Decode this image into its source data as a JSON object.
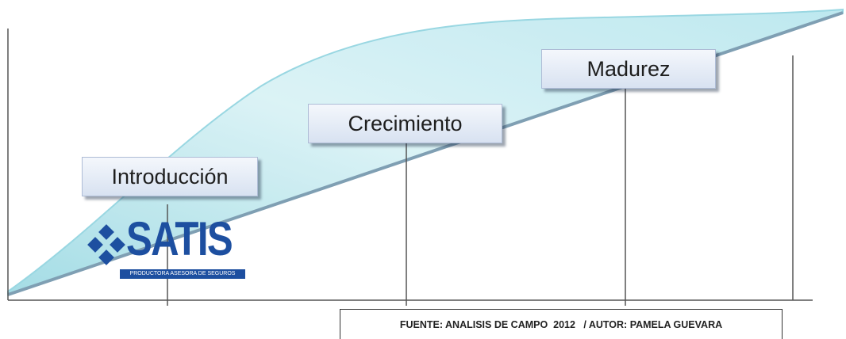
{
  "stages": [
    {
      "label": "Introducción"
    },
    {
      "label": "Crecimiento"
    },
    {
      "label": "Madurez"
    }
  ],
  "logo": {
    "name": "SATIS",
    "tagline": "PRODUCTORA ASESORA DE SEGUROS",
    "color": "#1d4fa0"
  },
  "source": "FUENTE: ANALISIS DE CAMPO  2012   / AUTOR: PAMELA GUEVARA",
  "colors": {
    "curve_fill": "#c9ecf2",
    "curve_stroke": "#8fd3df",
    "trend_line": "#7f9fb3",
    "axis": "#555555"
  }
}
